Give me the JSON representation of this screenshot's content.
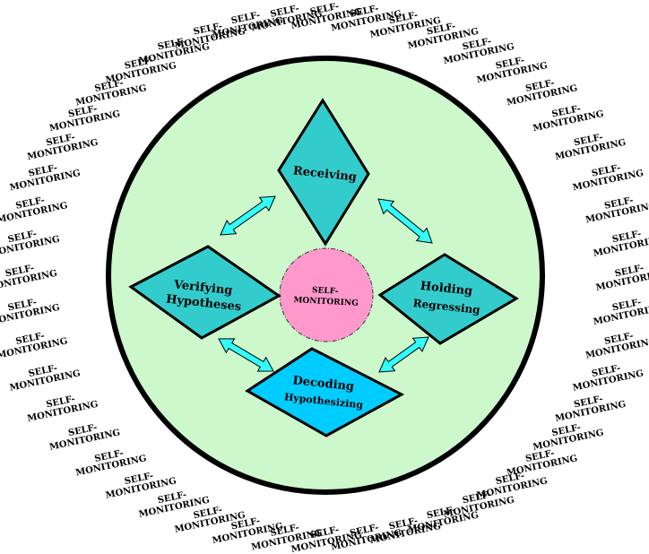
{
  "ring_label": [
    "SELF-",
    "MONITORING"
  ],
  "center": {
    "lines": [
      "SELF-",
      "MONITORING"
    ]
  },
  "nodes": {
    "receiving": {
      "lines": [
        "Receiving"
      ]
    },
    "verifying": {
      "lines": [
        "Verifying",
        "Hypotheses"
      ]
    },
    "holding": {
      "lines": [
        "Holding",
        "Regressing"
      ]
    },
    "decoding": {
      "lines": [
        "Decoding",
        "Hypothesizing"
      ]
    }
  },
  "colors": {
    "big_circle_fill": "#ccf8cc",
    "center_circle_fill": "#ff99cc",
    "diamond_fill": "#33cccc",
    "decoding_fill": "#00ccff",
    "arrow_fill": "#33ffff"
  }
}
